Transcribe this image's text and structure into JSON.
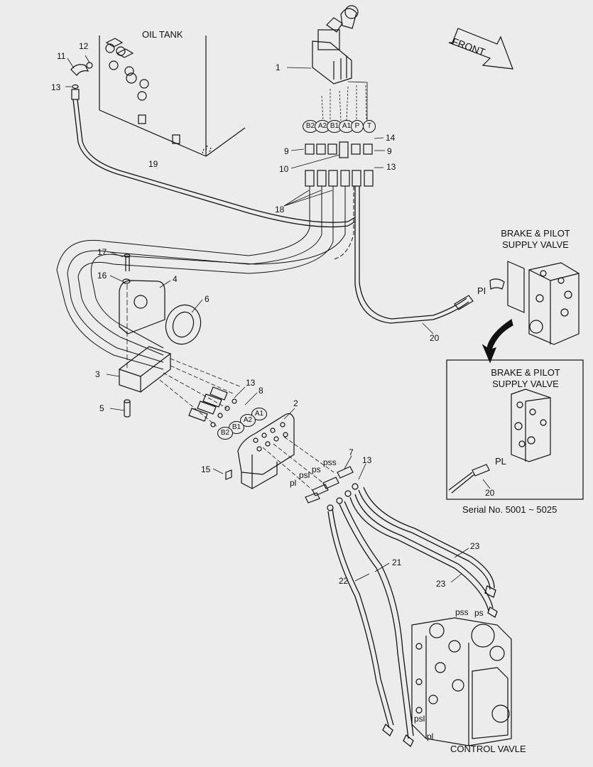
{
  "titles": {
    "oil_tank": "OIL TANK",
    "front": "FRONT",
    "brake_valve_line1": "BRAKE & PILOT",
    "brake_valve_line2": "SUPPLY VALVE",
    "inset_valve_line1": "BRAKE & PILOT",
    "inset_valve_line2": "SUPPLY VALVE",
    "serial": "Serial No. 5001 ~ 5025",
    "control_valve": "CONTROL VAVLE"
  },
  "port_circles": [
    "B2",
    "A2",
    "B1",
    "A1",
    "P",
    "T"
  ],
  "bracket_circles": [
    "A1",
    "A2",
    "B1",
    "B2"
  ],
  "port_labels": {
    "pi": "PI",
    "pl_inset": "PL",
    "pss_top": "pss",
    "ps_top": "ps",
    "psl_top": "psl",
    "pl_top": "pl",
    "pss_bottom": "pss",
    "ps_bottom": "ps",
    "psl_bottom": "psl",
    "pl_bottom": "pl"
  },
  "part_numbers": {
    "n1": "1",
    "n2": "2",
    "n3": "3",
    "n4": "4",
    "n5": "5",
    "n6": "6",
    "n7": "7",
    "n8": "8",
    "n9_left": "9",
    "n9_right": "9",
    "n10": "10",
    "n11": "11",
    "n12": "12",
    "n13_tank": "13",
    "n13_rail": "13",
    "n13_bracket": "13",
    "n13_block": "13",
    "n14": "14",
    "n15": "15",
    "n16": "16",
    "n17": "17",
    "n18": "18",
    "n19": "19",
    "n20": "20",
    "n20_inset": "20",
    "n21": "21",
    "n22": "22",
    "n23_a": "23",
    "n23_b": "23"
  },
  "colors": {
    "background": "#ececec",
    "line": "#111111"
  }
}
